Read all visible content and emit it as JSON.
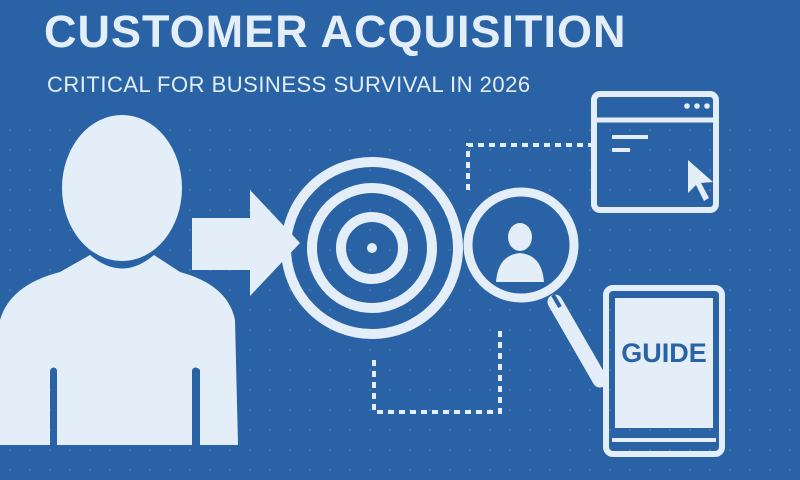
{
  "header": {
    "title": "CUSTOMER ACQUISITION",
    "subtitle": "CRITICAL FOR BUSINESS SURVIVAL IN 2026"
  },
  "illustration": {
    "guide_label": "GUIDE",
    "icons": [
      "person-icon",
      "arrow-right-icon",
      "target-icon",
      "magnifier-user-icon",
      "browser-window-icon",
      "cursor-icon",
      "tablet-guide-icon"
    ]
  },
  "colors": {
    "background": "#2a62a6",
    "foreground": "#e4eef8"
  }
}
